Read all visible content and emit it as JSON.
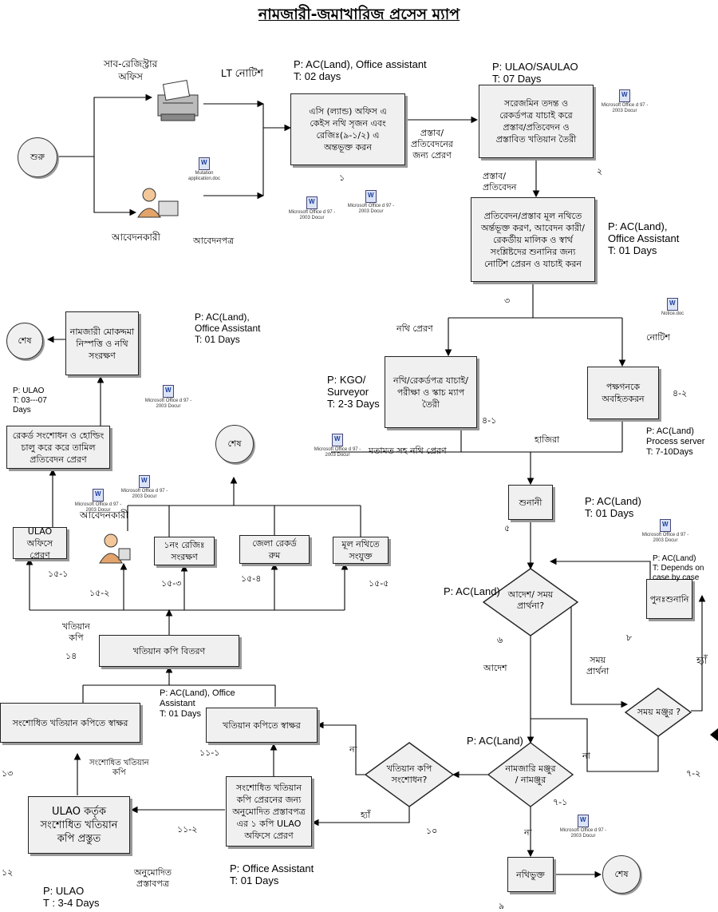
{
  "title": "নামজারী-জমাখারিজ প্রসেস ম্যাপ",
  "start_label": "শুরু",
  "end_label": "শেষ",
  "actors": {
    "sub_registrar": "সাব-রেজিস্ট্রার\nঅফিস",
    "applicant": "আবেদনকারী",
    "applicant2": "আবেদনকারী"
  },
  "edge_labels": {
    "lt_notice": "LT নোটিশ",
    "application": "আবেদনপত্র",
    "proposal_send": "প্রস্তাব/\nপ্রতিবেদনের\nজন্য প্রেরণ",
    "proposal_report": "প্রস্তাব/\nপ্রতিবেদন",
    "file_send": "নথি প্রেরণ",
    "notice": "নোটিশ",
    "with_opinion": "মতামত সহ নথি প্রেরণ",
    "hazira": "হাজিরা",
    "order": "আদেশ",
    "time_request": "সময়\nপ্রার্থনা",
    "yes": "হ্যাঁ",
    "no_left": "না",
    "no_right": "না",
    "no_down": "না",
    "yes_bottom": "হ্যাঁ",
    "khatian_copy": "খতিয়ান\nকপি",
    "corrected_copy": "সংশোধিত খতিয়ান\nকপি",
    "approved_proposal": "অনুমোদিত\nপ্রস্তাবপত্র"
  },
  "steps": {
    "s1": "এসি (ল্যান্ড) অফিস এ\nকেইস নথি সৃজন এবং\nরেজিঃ(৯-১/২)  এ\nঅন্তভূক্ত করন",
    "s2": "সরেজমিন তদন্ত ও\nরেকর্ডপত্র যাচাই করে\nপ্রস্তাব/প্রতিবেদন ও\nপ্রস্তাবিত খতিয়ান তৈরী",
    "s3": "প্রতিবেদন/প্রস্তাব মূল নথিতে\nঅর্ন্তভূক্ত করণ, আবেদন কারী/\nরেকর্ডীয় মালিক ও স্বার্থ\nসংশ্লিষ্টদের শুনানির জন্য\nনোটিশ প্রেরন ও যাচাই করন",
    "s41": "নথি/রেকর্ডপত্র যাচাই/\nপরীক্ষা ও স্কাচ ম্যাপ\nতৈরী",
    "s42": "পক্ষগনকে\nঅবহিতকরন",
    "s5": "শুনানী",
    "s6": "আদেশ/ সময়\nপ্রার্থনা?",
    "s8": "পুনঃশুনানি",
    "s72": "সময় মঞ্জুর ?",
    "s71": "নামজারি মঞ্জুর\n/ নামঞ্জুর",
    "s9": "নথিভুক্ত",
    "s10": "খতিয়ান কপি\nসংশোধন?",
    "s111": "খতিয়ান কপিতে স্বাক্ষর",
    "s112": "সংশোধিত খতিয়ান\nকপি প্রেরনের জন্য\nঅনুমোদিত প্রস্তাবপত্র\nএর ১ কপি ULAO\nঅফিসে প্রেরণ",
    "s12": "ULAO কর্তৃক\nসংশোধিত খতিয়ান\nকপি প্রস্তুত",
    "s13": "সংশোধিত খতিয়ান কপিতে স্বাক্ষর",
    "s14": "খতিয়ান কপি বিতরণ",
    "s151": "ULAO অফিসে\nপ্রেরণ",
    "s153": "১নং রেজিঃ\nসংরক্ষণ",
    "s154": "জেলা রেকর্ড\nরুম",
    "s155": "মূল নথিতে\nসংযুক্ত",
    "s16": "রেকর্ড সংশোধন ও হোল্ডিং\nচালু করে  করে তামিল\nপ্রতিবেদন প্রেরণ",
    "s17": "নামজারী মোকদ্দমা\nনিস্পত্তি ও নথি\nসংরক্ষণ"
  },
  "step_numbers": {
    "n1": "১",
    "n2": "২",
    "n3": "৩",
    "n41": "৪-১",
    "n42": "৪-২",
    "n5": "৫",
    "n6": "৬",
    "n71": "৭-১",
    "n72": "৭-২",
    "n8": "৮",
    "n9": "৯",
    "n10": "১০",
    "n111": "১১-১",
    "n112": "১১-২",
    "n12": "১২",
    "n13": "১৩",
    "n14": "১৪",
    "n151": "১৫-১",
    "n152": "১৫-২",
    "n153": "১৫-৩",
    "n154": "১৫-৪",
    "n155": "১৫-৫"
  },
  "responsibility": {
    "r1": "P: AC(Land), Office assistant\nT: 02 days",
    "r2": "P: ULAO/SAULAO\nT: 07 Days",
    "r3": "P:  AC(Land),\n    Office Assistant\nT:  01 Days",
    "r41": "P: KGO/\n  Surveyor\nT: 2-3 Days",
    "r42": "P:  AC(Land)\nProcess server\n  T: 7-10Days",
    "r5": "P: AC(Land)\nT: 01 Days",
    "r6": "P: AC(Land)",
    "r8": "P: AC(Land)\nT: Depends on\n      case by case",
    "r71": "P: AC(Land)",
    "r111": "P: AC(Land), Office\nAssistant\nT: 01 Days",
    "r112": "P: Office Assistant\nT: 01 Days",
    "r12": "P: ULAO\nT : 3-4 Days",
    "r16": "P: ULAO\nT: 03---07\nDays",
    "r17": "P:  AC(Land),\n    Office Assistant\nT:  01 Days"
  },
  "attachments": {
    "mutation": "Mutation\napplication.doc",
    "office": "Microsoft Office\nd 97 - 2003 Docur",
    "notice_doc": "Notice.doc"
  }
}
